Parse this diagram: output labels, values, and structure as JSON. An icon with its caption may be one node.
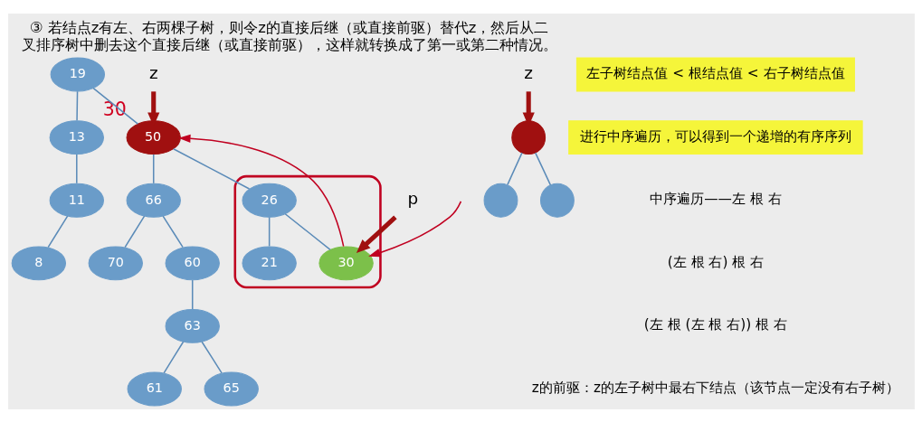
{
  "diagram": {
    "title": "③ 若结点z有左、右两棵子树，则令z的直接后继（或直接前驱）替代z，然后从二叉排序树中删去这个直接后继（或直接前驱），这样就转换成了第一或第二种情况。",
    "nodes": [
      {
        "text": [
          "19"
        ]
      },
      {
        "text": [
          "13"
        ]
      },
      {
        "text": [
          "50"
        ],
        "beside": [
          "30"
        ]
      },
      {
        "text": [
          "11"
        ]
      },
      {
        "text": [],
        "shape": "box"
      },
      {
        "text": [
          "26"
        ],
        "in": 4
      },
      {
        "text": [
          "66"
        ]
      },
      {
        "text": [
          "8"
        ]
      },
      {
        "text": [
          "21"
        ],
        "in": 4
      },
      {
        "text": [
          "30"
        ],
        "in": 4
      },
      {
        "text": [
          "60"
        ]
      },
      {
        "text": [
          "70"
        ]
      },
      {
        "text": [
          "63"
        ]
      },
      {
        "text": [
          "61"
        ]
      },
      {
        "text": [
          "65"
        ]
      },
      {
        "text": [
          "z"
        ]
      },
      {
        "text": [
          "p"
        ]
      },
      {
        "text": [],
        "shape": "circle"
      },
      {
        "text": [],
        "shape": "circle"
      },
      {
        "text": [],
        "shape": "circle"
      },
      {
        "text": [
          "z"
        ]
      }
    ],
    "edges": [
      {
        "from": 0,
        "to": 1,
        "arrow": "none"
      },
      {
        "from": 0,
        "to": 2,
        "arrow": "none"
      },
      {
        "from": 1,
        "to": 3,
        "arrow": "none"
      },
      {
        "from": 3,
        "to": 7,
        "arrow": "none"
      },
      {
        "from": 2,
        "to": 5,
        "arrow": "none"
      },
      {
        "from": 2,
        "to": 6,
        "arrow": "none"
      },
      {
        "from": 5,
        "to": 8,
        "arrow": "none"
      },
      {
        "from": 5,
        "to": 9,
        "arrow": "none"
      },
      {
        "from": 6,
        "to": 10,
        "arrow": "none"
      },
      {
        "from": 6,
        "to": 11,
        "arrow": "none"
      },
      {
        "from": 10,
        "to": 12,
        "arrow": "none"
      },
      {
        "from": 12,
        "to": 13,
        "arrow": "none"
      },
      {
        "from": 12,
        "to": 14,
        "arrow": "none"
      },
      {
        "from": 15,
        "to": 2,
        "arrow": "to",
        "style": "thick",
        "color": "#a01010"
      },
      {
        "from": 16,
        "to": 9,
        "arrow": "to",
        "style": "thick",
        "color": "#a01010"
      },
      {
        "from": 9,
        "to": 2,
        "arrow": "to",
        "color": "#c00020"
      },
      {
        "from": null,
        "to": 9,
        "arrow": "to",
        "color": "#c00020"
      },
      {
        "from": 20,
        "to": 17,
        "arrow": "to",
        "style": "thick",
        "color": "#a01010"
      },
      {
        "from": 17,
        "to": 18,
        "arrow": "none"
      },
      {
        "from": 17,
        "to": 19,
        "arrow": "none"
      }
    ],
    "labels": [
      "左子树结点值 < 根结点值 < 右子树结点值",
      "进行中序遍历，可以得到一个递增的有序序列",
      "中序遍历——左 根 右",
      "(左 根 右) 根 右",
      "(左 根 (左 根 右)) 根 右",
      "z的前驱：z的左子树中最右下结点（该节点一定没有右子树）"
    ]
  }
}
